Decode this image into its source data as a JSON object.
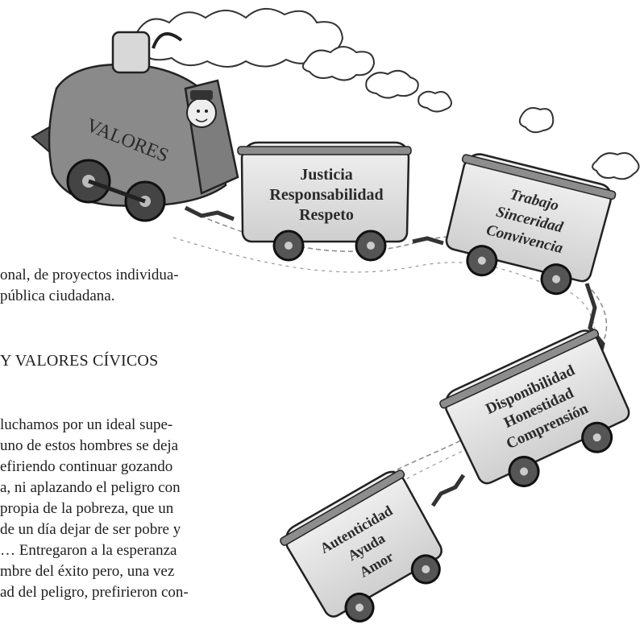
{
  "engine": {
    "label": "VALORES"
  },
  "cars": [
    {
      "lines": [
        "Justicia",
        "Responsabilidad",
        "Respeto"
      ]
    },
    {
      "lines": [
        "Trabajo",
        "Sinceridad",
        "Convivencia"
      ]
    },
    {
      "lines": [
        "Disponibilidad",
        "Honestidad",
        "Comprensión"
      ]
    },
    {
      "lines": [
        "Autenticidad",
        "Ayuda",
        "Amor"
      ]
    }
  ],
  "text": {
    "para1": [
      "onal, de proyectos individua-",
      "pública ciudadana."
    ],
    "heading": "Y VALORES CÍVICOS",
    "para2": [
      "luchamos por un ideal supe-",
      "uno de estos hombres se deja",
      "efiriendo continuar gozando",
      "a, ni aplazando el peligro con",
      "propia de la pobreza, que un",
      "de un día dejar de ser pobre y",
      "… Entregaron a la esperanza",
      "mbre del éxito pero, una vez",
      "ad del peligro, prefirieron con-"
    ]
  }
}
